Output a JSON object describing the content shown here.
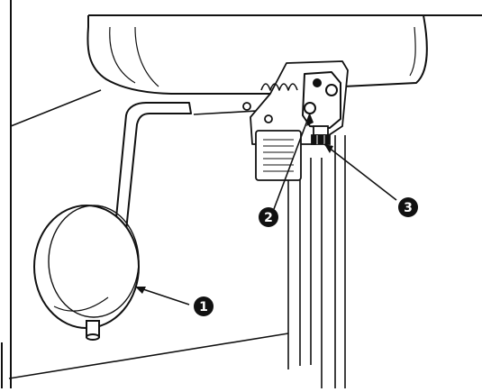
{
  "callouts": [
    {
      "id": "callout-1",
      "label": "1"
    },
    {
      "id": "callout-2",
      "label": "2"
    },
    {
      "id": "callout-3",
      "label": "3"
    }
  ],
  "colors": {
    "ink": "#111111",
    "paper": "#ffffff",
    "badge_fill": "#111111",
    "badge_text": "#ffffff"
  }
}
